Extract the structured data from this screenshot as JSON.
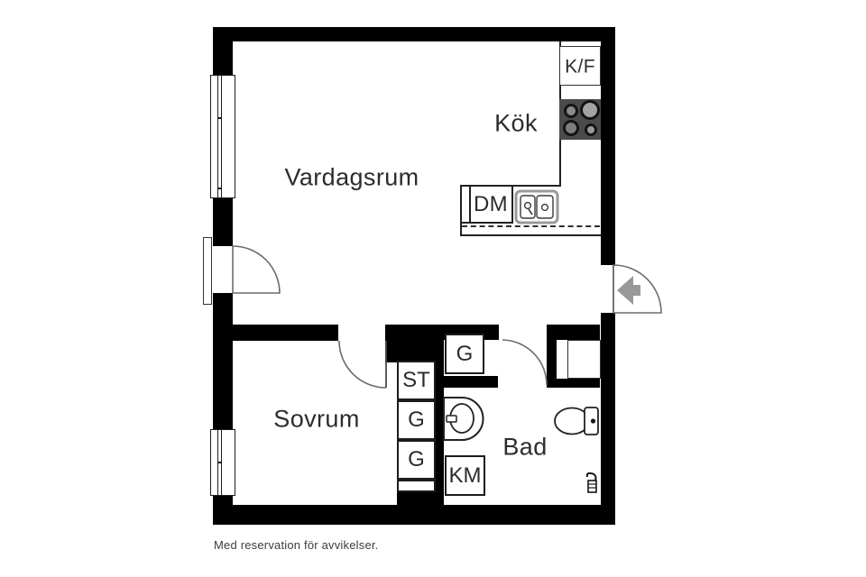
{
  "rooms": {
    "living": {
      "label": "Vardagsrum"
    },
    "kitchen": {
      "label": "Kök"
    },
    "bedroom": {
      "label": "Sovrum"
    },
    "bathroom": {
      "label": "Bad"
    }
  },
  "fixtures": {
    "fridge_freezer": "K/F",
    "dishwasher": "DM",
    "washing_machine": "KM"
  },
  "closets": {
    "st": "ST",
    "g1": "G",
    "g2": "G",
    "hall_g": "G"
  },
  "footer": {
    "disclaimer": "Med reservation för avvikelser."
  },
  "icons": [
    "window-icon",
    "balcony-door-icon",
    "interior-door-icon",
    "bath-door-icon",
    "entrance-door-icon",
    "entrance-arrow-icon",
    "stove-icon",
    "kitchen-sink-icon",
    "bath-sink-icon",
    "toilet-icon",
    "floor-drain-icon"
  ],
  "colors": {
    "wall": "#000000",
    "line": "#2c2c2c",
    "stove": "#4b4b4b",
    "arrow": "#98989a",
    "background": "#ffffff"
  }
}
